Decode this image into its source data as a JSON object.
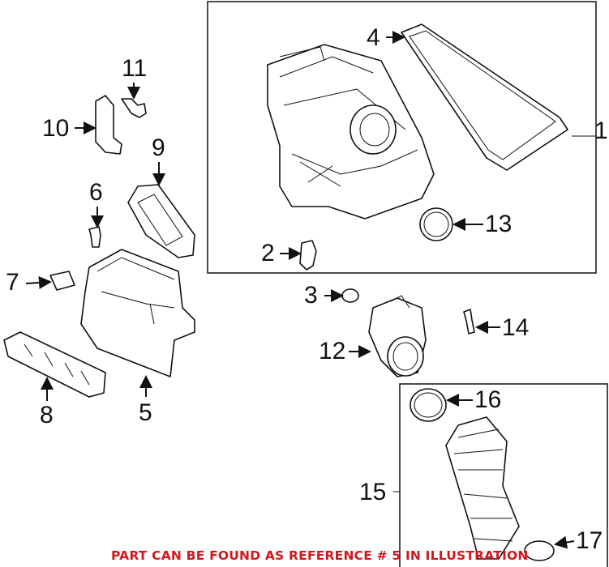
{
  "diagram": {
    "callouts": {
      "c1": "1",
      "c2": "2",
      "c3": "3",
      "c4": "4",
      "c5": "5",
      "c6": "6",
      "c7": "7",
      "c8": "8",
      "c9": "9",
      "c10": "10",
      "c11": "11",
      "c12": "12",
      "c13": "13",
      "c14": "14",
      "c15": "15",
      "c16": "16",
      "c17": "17"
    },
    "footer_note": "PART CAN BE FOUND AS REFERENCE # 5 IN ILLUSTRATION",
    "footer_color": "#d0181e"
  }
}
